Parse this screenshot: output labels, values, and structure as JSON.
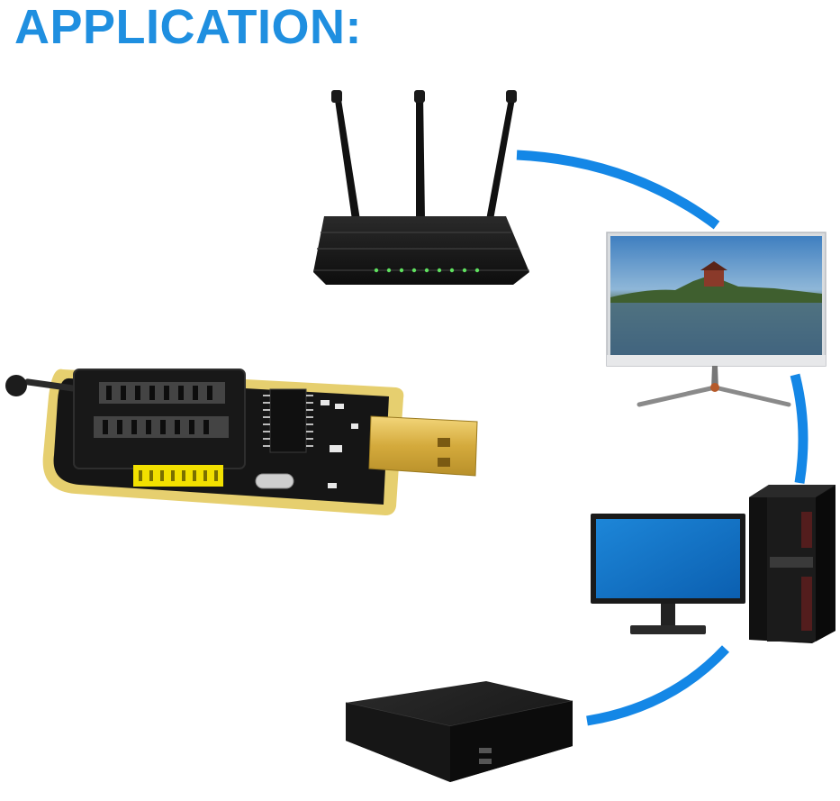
{
  "headline": "APPLICATION:",
  "colors": {
    "headline": "#1f8fe0",
    "connector": "#1487e6",
    "pcb_black": "#151515",
    "pcb_gold": "#e8d070",
    "pins_yellow": "#f2e000"
  },
  "devices": [
    {
      "id": "programmer",
      "icon": "ch341a-usb-programmer"
    },
    {
      "id": "router",
      "icon": "wifi-router"
    },
    {
      "id": "monitor",
      "icon": "lcd-monitor"
    },
    {
      "id": "desktop",
      "icon": "desktop-computer"
    },
    {
      "id": "set_top_box",
      "icon": "set-top-box"
    }
  ]
}
